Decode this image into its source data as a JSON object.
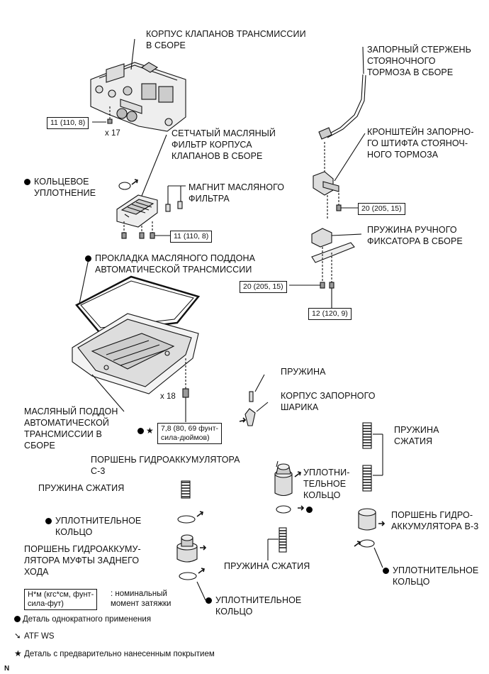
{
  "labels": {
    "valve_body": "КОРПУС КЛАПАНОВ ТРАНСМИССИИ\nВ СБОРЕ",
    "strainer": "СЕТЧАТЫЙ МАСЛЯНЫЙ\nФИЛЬТР КОРПУСА\nКЛАПАНОВ В СБОРЕ",
    "o_ring_top": "КОЛЬЦЕВОЕ\nУПЛОТНЕНИЕ",
    "magnet": "МАГНИТ МАСЛЯНОГО\nФИЛЬТРА",
    "pan_gasket": "ПРОКЛАДКА МАСЛЯНОГО ПОДДОНА\nАВТОМАТИЧЕСКОЙ ТРАНСМИССИИ",
    "oil_pan": "МАСЛЯНЫЙ ПОДДОН\nАВТОМАТИЧЕСКОЙ\nТРАНСМИССИИ В\nСБОРЕ",
    "parking_rod": "ЗАПОРНЫЙ СТЕРЖЕНЬ\nСТОЯНОЧНОГО\nТОРМОЗА В СБОРЕ",
    "parking_bracket": "КРОНШТЕЙН ЗАПОРНО-\nГО ШТИФТА СТОЯНОЧ-\nНОГО ТОРМОЗА",
    "detent_spring": "ПРУЖИНА РУЧНОГО\nФИКСАТОРА В СБОРЕ",
    "spring": "ПРУЖИНА",
    "check_ball_body": "КОРПУС ЗАПОРНОГО\nШАРИКА",
    "accum_c3": "ПОРШЕНЬ ГИДРОАККУМУЛЯТОРА\nС-3",
    "seal_ring_c3": "УПЛОТНИ-\nТЕЛЬНОЕ\nКОЛЬЦО",
    "comp_spring_left": "ПРУЖИНА СЖАТИЯ",
    "seal_ring_left": "УПЛОТНИТЕЛЬНОЕ\nКОЛЬЦО",
    "accum_rev": "ПОРШЕНЬ ГИДРОАККУМУ-\nЛЯТОРА МУФТЫ ЗАДНЕГО\nХОДА",
    "seal_ring_bottom": "УПЛОТНИТЕЛЬНОЕ\nКОЛЬЦО",
    "comp_spring_mid": "ПРУЖИНА СЖАТИЯ",
    "comp_spring_right": "ПРУЖИНА\nСЖАТИЯ",
    "accum_b3": "ПОРШЕНЬ ГИДРО-\nАККУМУЛЯТОРА В-3",
    "seal_ring_right": "УПЛОТНИТЕЛЬНОЕ\nКОЛЬЦО"
  },
  "torque": {
    "valve_body": "11 (110, 8)",
    "strainer": "11 (110, 8)",
    "bracket": "20 (205, 15)",
    "detent": "20 (205, 15)",
    "detent_small": "12 (120, 9)",
    "oil_pan": "7,8 (80, 69 фунт-\nсила-дюймов)"
  },
  "counts": {
    "valve_body_bolts": "x 17",
    "pan_bolts": "x 18"
  },
  "legend": {
    "torque_box": "Н*м (кгс*см, фунт-\nсила-фут)",
    "torque_desc": ": номинальный\nмомент затяжки",
    "single_use": "Деталь однократного применения",
    "atf": "ATF WS",
    "precoated": "Деталь с предварительно нанесенным покрытием",
    "corner": "N"
  }
}
